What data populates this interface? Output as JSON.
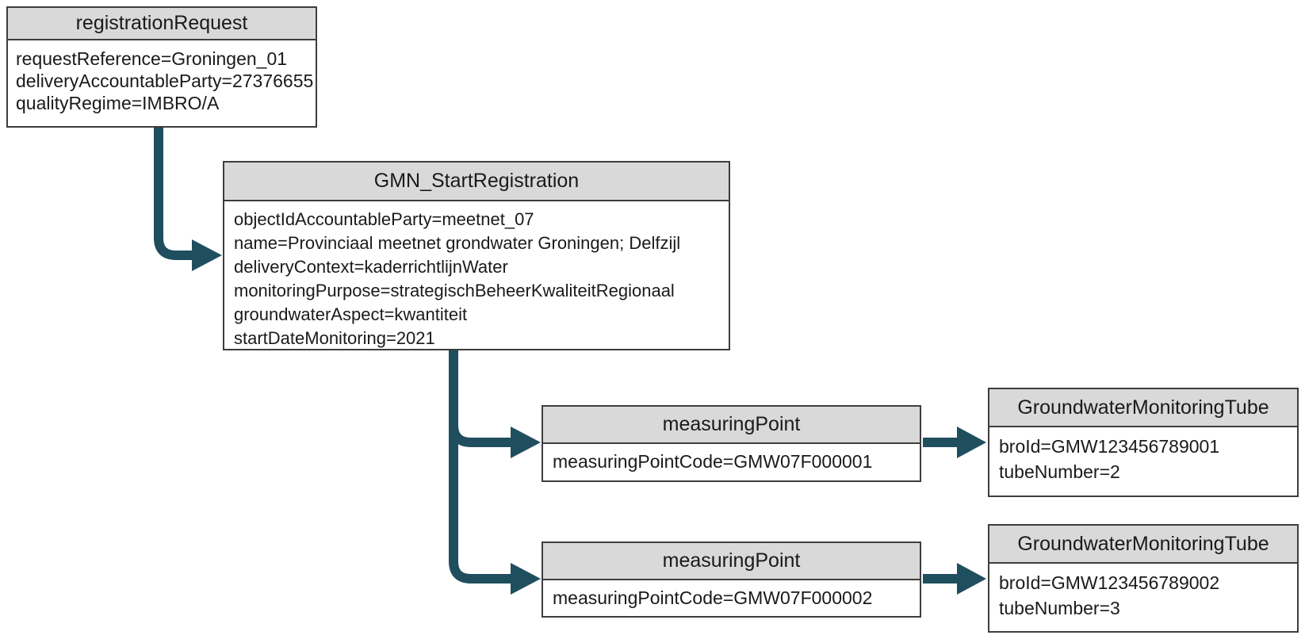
{
  "diagram": {
    "arrow_color": "#1f4e5f",
    "header_bg": "#d9d9d9",
    "border_color": "#3d3d3d"
  },
  "nodes": {
    "registration_request": {
      "title": "registrationRequest",
      "lines": [
        "requestReference=Groningen_01",
        "deliveryAccountableParty=27376655",
        "qualityRegime=IMBRO/A"
      ]
    },
    "gmn_start_registration": {
      "title": "GMN_StartRegistration",
      "lines": [
        "objectIdAccountableParty=meetnet_07",
        "name=Provinciaal meetnet grondwater Groningen; Delfzijl",
        "deliveryContext=kaderrichtlijnWater",
        "monitoringPurpose=strategischBeheerKwaliteitRegionaal",
        "groundwaterAspect=kwantiteit",
        "startDateMonitoring=2021"
      ]
    },
    "measuring_point_1": {
      "title": "measuringPoint",
      "lines": [
        "measuringPointCode=GMW07F000001"
      ]
    },
    "tube_1": {
      "title": "GroundwaterMonitoringTube",
      "lines": [
        "broId=GMW123456789001",
        "tubeNumber=2"
      ]
    },
    "measuring_point_2": {
      "title": "measuringPoint",
      "lines": [
        "measuringPointCode=GMW07F000002"
      ]
    },
    "tube_2": {
      "title": "GroundwaterMonitoringTube",
      "lines": [
        "broId=GMW123456789002",
        "tubeNumber=3"
      ]
    }
  }
}
